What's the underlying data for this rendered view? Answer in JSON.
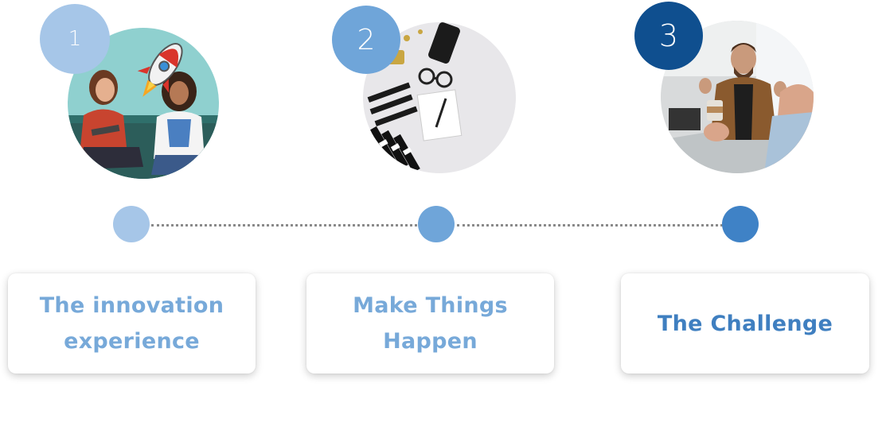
{
  "steps": [
    {
      "number": "1",
      "label": "The innovation\nexperience",
      "badge_color": "#a6c6e8",
      "dot_color": "#a6c6e8",
      "text_color": "#77a9d9",
      "photo_icon": "rocket-team-photo"
    },
    {
      "number": "2",
      "label": "Make Things\nHappen",
      "badge_color": "#6fa5d9",
      "dot_color": "#6fa5d9",
      "text_color": "#77a9d9",
      "photo_icon": "desk-flatlay-photo"
    },
    {
      "number": "3",
      "label": "The Challenge",
      "badge_color": "#0f4f8f",
      "dot_color": "#3f82c6",
      "text_color": "#3f7fc0",
      "photo_icon": "meeting-photo"
    }
  ]
}
